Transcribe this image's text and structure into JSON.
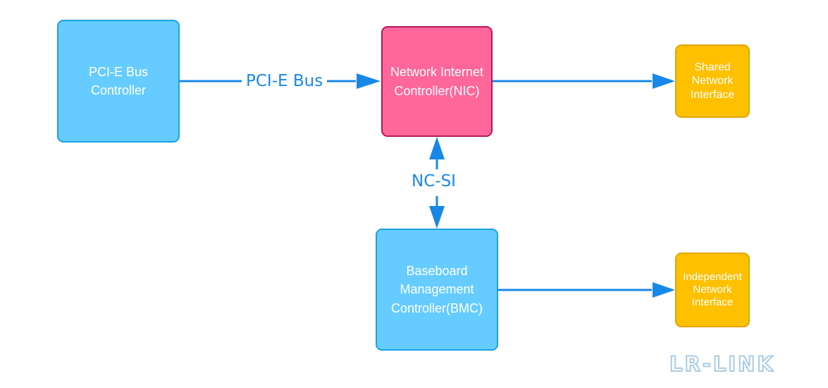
{
  "diagram": {
    "nodes": {
      "pcie_controller": "PCI-E Bus\nController",
      "nic": "Network Internet\nController(NIC)",
      "bmc": "Baseboard\nManagement\nController(BMC)",
      "shared_interface": "Shared\nNetwork\nInterface",
      "independent_interface": "Independent\nNetwork\nInterface"
    },
    "edges": {
      "pcie_bus": "PCI-E Bus",
      "ncsi": "NC-SI"
    },
    "colors": {
      "controller_fill": "#66ccff",
      "nic_fill": "#ff6699",
      "interface_fill": "#ffc000",
      "connector": "#1888e8"
    }
  },
  "logo": "LR-LINK"
}
